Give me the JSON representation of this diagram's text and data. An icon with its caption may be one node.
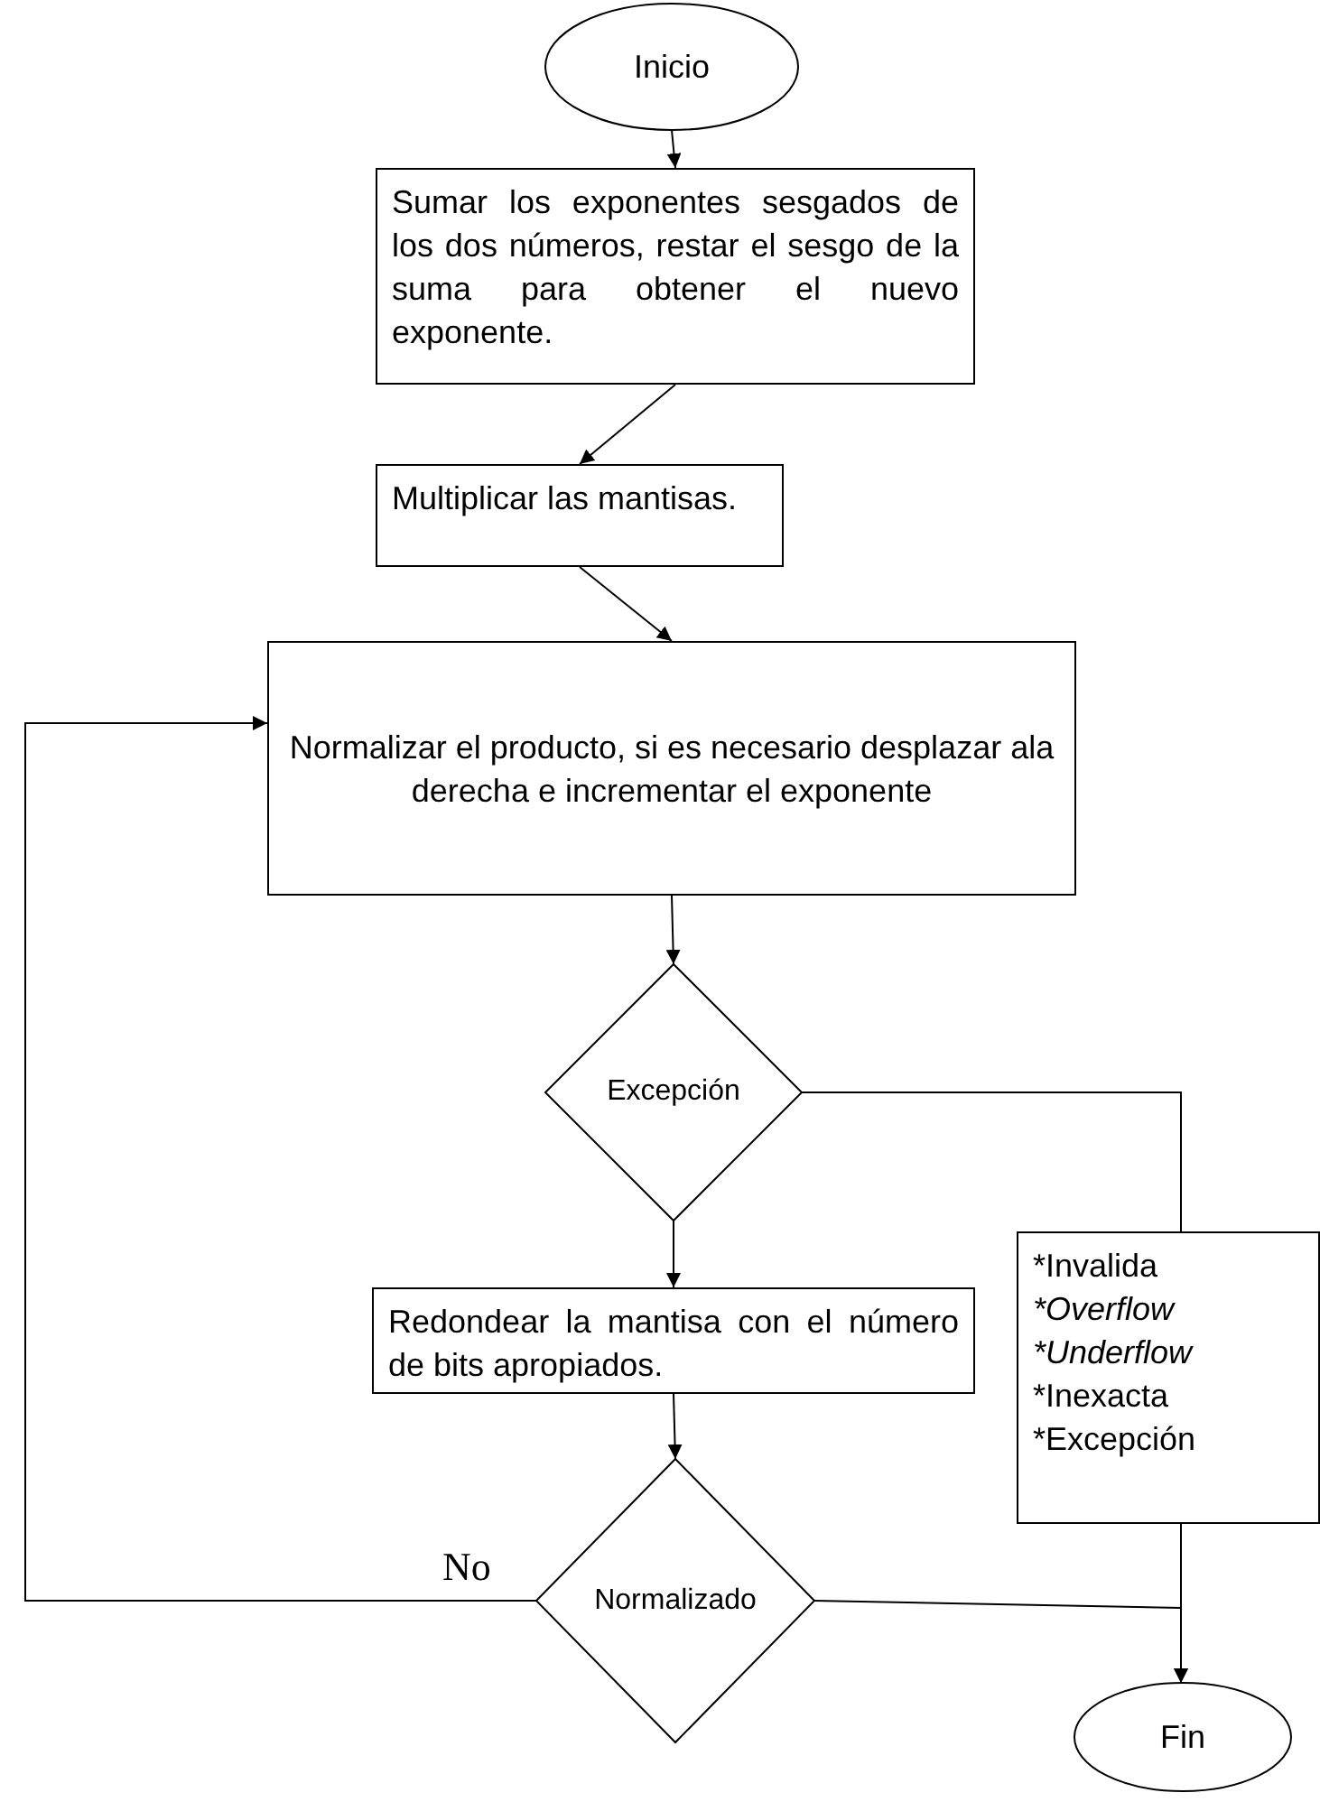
{
  "diagram": {
    "nodes": [
      {
        "text": [
          "Inicio"
        ]
      },
      {
        "text": [
          "Sumar los exponentes sesgados de los dos números, restar el sesgo de la suma para obtener el nuevo exponente."
        ]
      },
      {
        "text": [
          "Multiplicar las mantisas."
        ]
      },
      {
        "text": [
          "Normalizar el producto, si es necesario desplazar ala derecha e incrementar el exponente"
        ]
      },
      {
        "text": [
          "Excepción"
        ]
      },
      {
        "text": [
          "Redondear la mantisa con el número de bits apropiados."
        ]
      },
      {
        "text": [
          "*Invalida",
          "*Overflow",
          "*Underflow",
          "*Inexacta",
          "*Excepción"
        ]
      },
      {
        "text": [
          "Normalizado"
        ]
      },
      {
        "text": [
          "Fin"
        ]
      }
    ],
    "edges": [
      {
        "from": 0,
        "to": 1,
        "arrow": "to"
      },
      {
        "from": 1,
        "to": 2,
        "arrow": "to"
      },
      {
        "from": 2,
        "to": 3,
        "arrow": "to"
      },
      {
        "from": 3,
        "to": 4,
        "arrow": "to"
      },
      {
        "from": 4,
        "to": 5,
        "arrow": "to"
      },
      {
        "from": 4,
        "to": 6,
        "arrow": "none"
      },
      {
        "from": 5,
        "to": 7,
        "arrow": "to"
      },
      {
        "from": 7,
        "to": 3,
        "label": "No",
        "arrow": "to"
      },
      {
        "from": 7,
        "to": 8,
        "arrow": "to"
      },
      {
        "from": 6,
        "to": 8,
        "arrow": "to"
      }
    ]
  }
}
